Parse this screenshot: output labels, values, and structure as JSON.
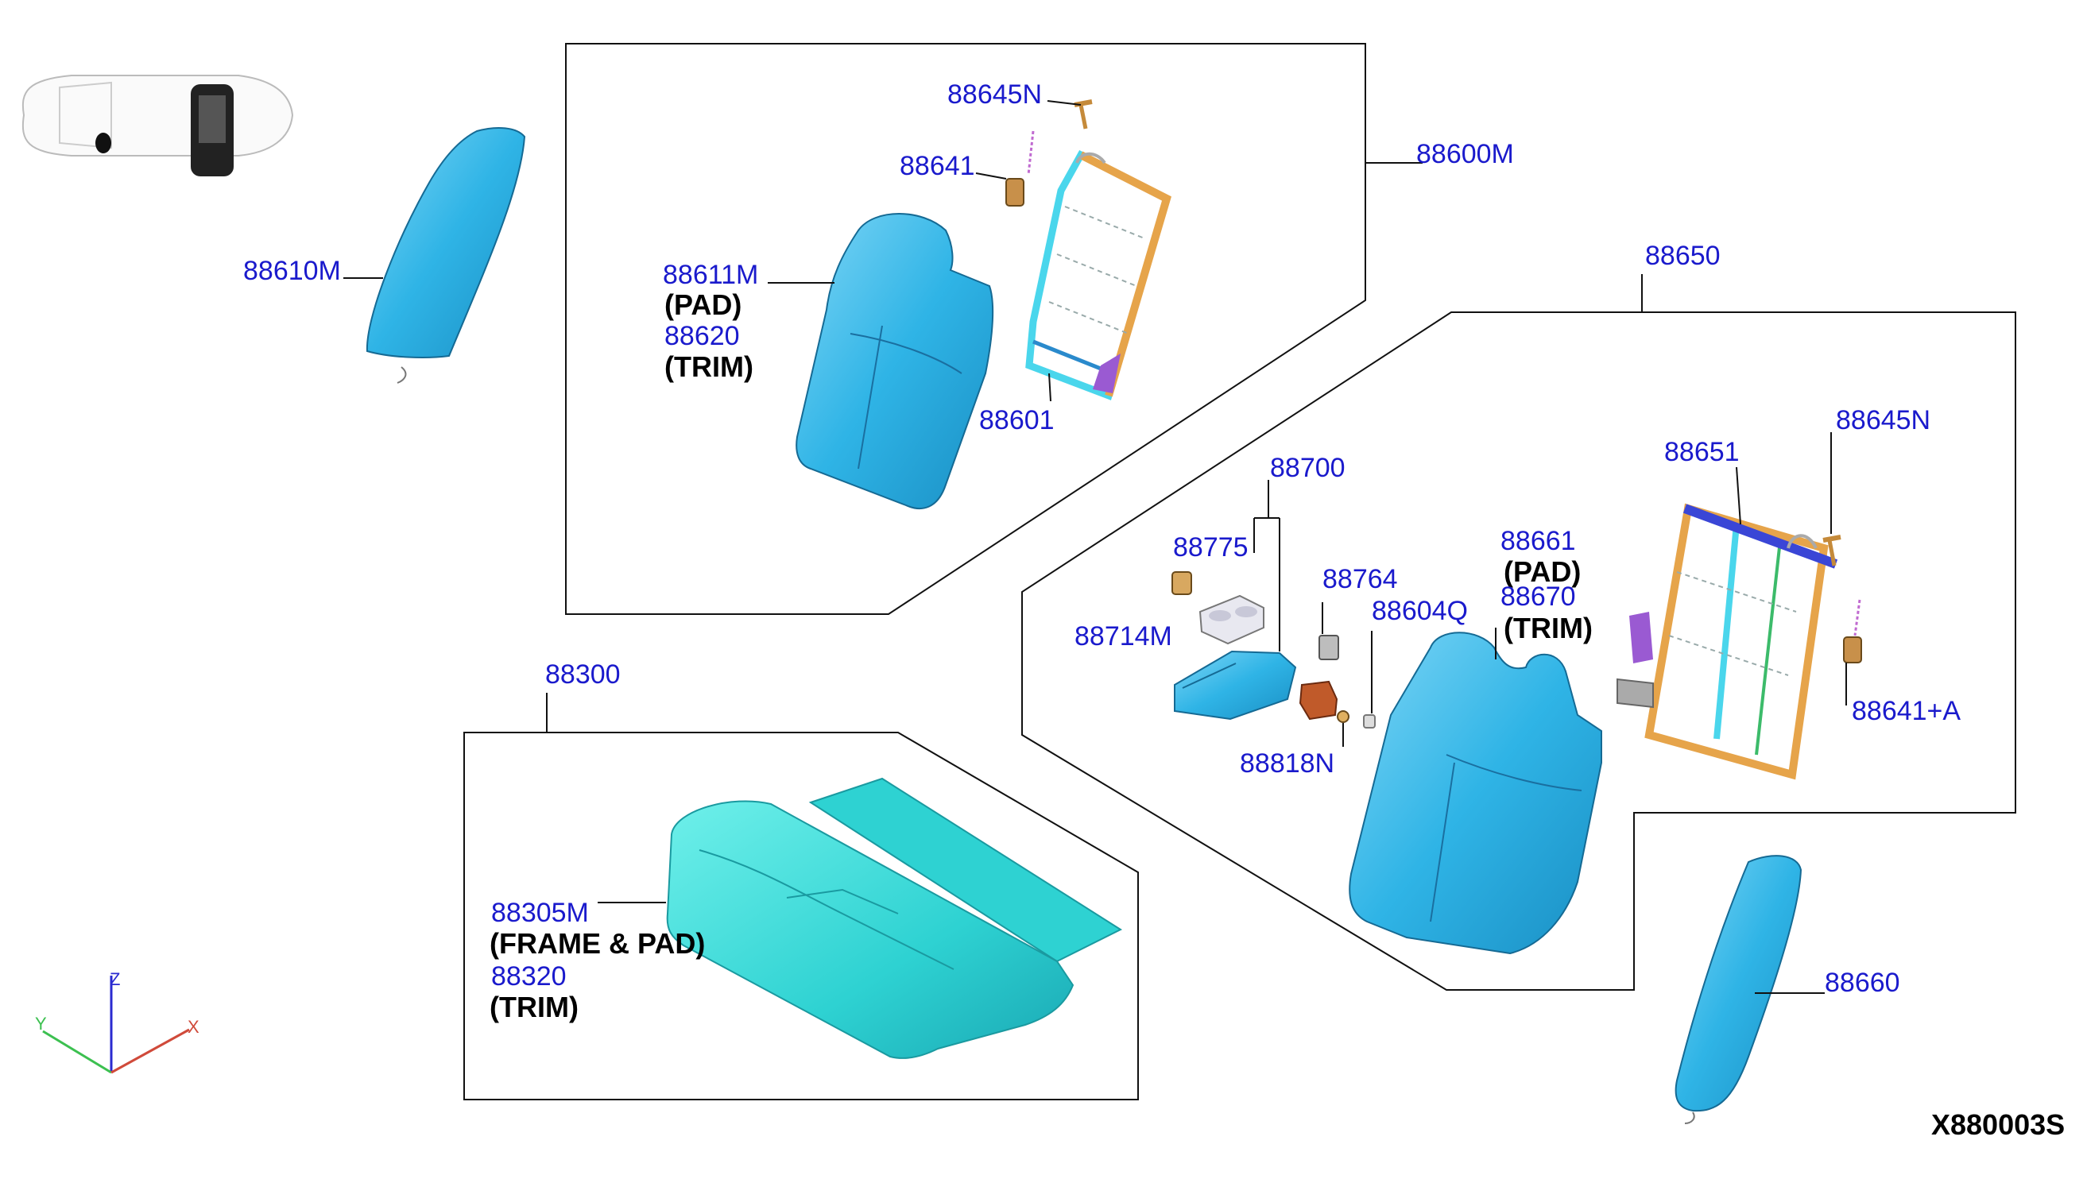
{
  "colors": {
    "label": "#1a1acc",
    "text": "#000000",
    "part_blue": "#2fb4e6",
    "part_teal": "#2ed2d2",
    "frame_orange": "#e6a44a",
    "bracket_purple": "#9a5ad2",
    "rod_blue": "#3a46d6"
  },
  "icons": [
    "vehicle-location-icon",
    "axis-triad-icon"
  ],
  "labels": {
    "p88610M": "88610M",
    "p88645N_top": "88645N",
    "p88641": "88641",
    "p88600M": "88600M",
    "p88611M": "88611M",
    "pad1": "(PAD)",
    "p88620": "88620",
    "trim1": "(TRIM)",
    "p88601": "88601",
    "p88650": "88650",
    "p88700": "88700",
    "p88651": "88651",
    "p88645N_right": "88645N",
    "p88775": "88775",
    "p88764": "88764",
    "p88661": "88661",
    "pad2": "(PAD)",
    "p88670": "88670",
    "trim2": "(TRIM)",
    "p88604Q": "88604Q",
    "p88714M": "88714M",
    "p88641A": "88641+A",
    "p88818N": "88818N",
    "p88300": "88300",
    "p88305M": "88305M",
    "frame_pad": "(FRAME & PAD)",
    "p88320": "88320",
    "trim3": "(TRIM)",
    "p88660": "88660",
    "axis_z": "Z",
    "axis_y": "Y",
    "axis_x": "X",
    "diagram_code": "X880003S"
  }
}
